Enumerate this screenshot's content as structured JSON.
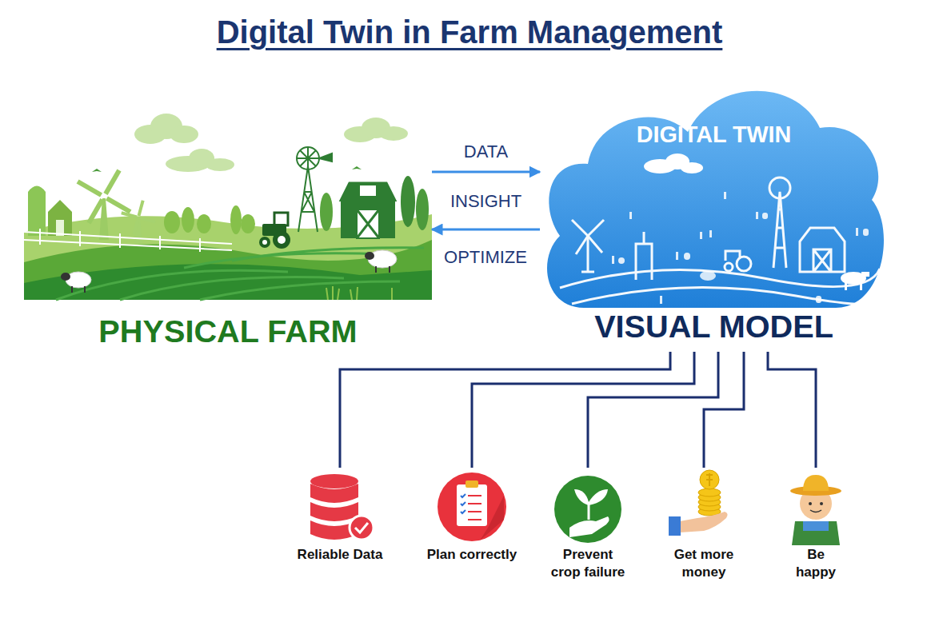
{
  "diagram": {
    "title": "Digital Twin in Farm Management",
    "nodes": [
      {
        "text": [
          "PHYSICAL FARM"
        ]
      },
      {
        "text": [
          "DIGITAL TWIN",
          "VISUAL MODEL"
        ]
      },
      {
        "text": [
          "Reliable Data"
        ]
      },
      {
        "text": [
          "Plan correctly"
        ]
      },
      {
        "text": [
          "Prevent crop failure"
        ]
      },
      {
        "text": [
          "Get more money"
        ]
      },
      {
        "text": [
          "Be happy"
        ]
      }
    ],
    "edges": [
      {
        "from": 0,
        "to": 1,
        "label": "DATA",
        "arrow": "to"
      },
      {
        "from": 1,
        "to": 0,
        "label": "INSIGHT",
        "arrow": "to"
      },
      {
        "from": 1,
        "to": 2,
        "arrow": "none"
      },
      {
        "from": 1,
        "to": 3,
        "arrow": "none"
      },
      {
        "from": 1,
        "to": 4,
        "arrow": "none"
      },
      {
        "from": 1,
        "to": 5,
        "arrow": "none"
      },
      {
        "from": 1,
        "to": 6,
        "arrow": "none"
      }
    ],
    "labels": [
      "OPTIMIZE"
    ]
  }
}
